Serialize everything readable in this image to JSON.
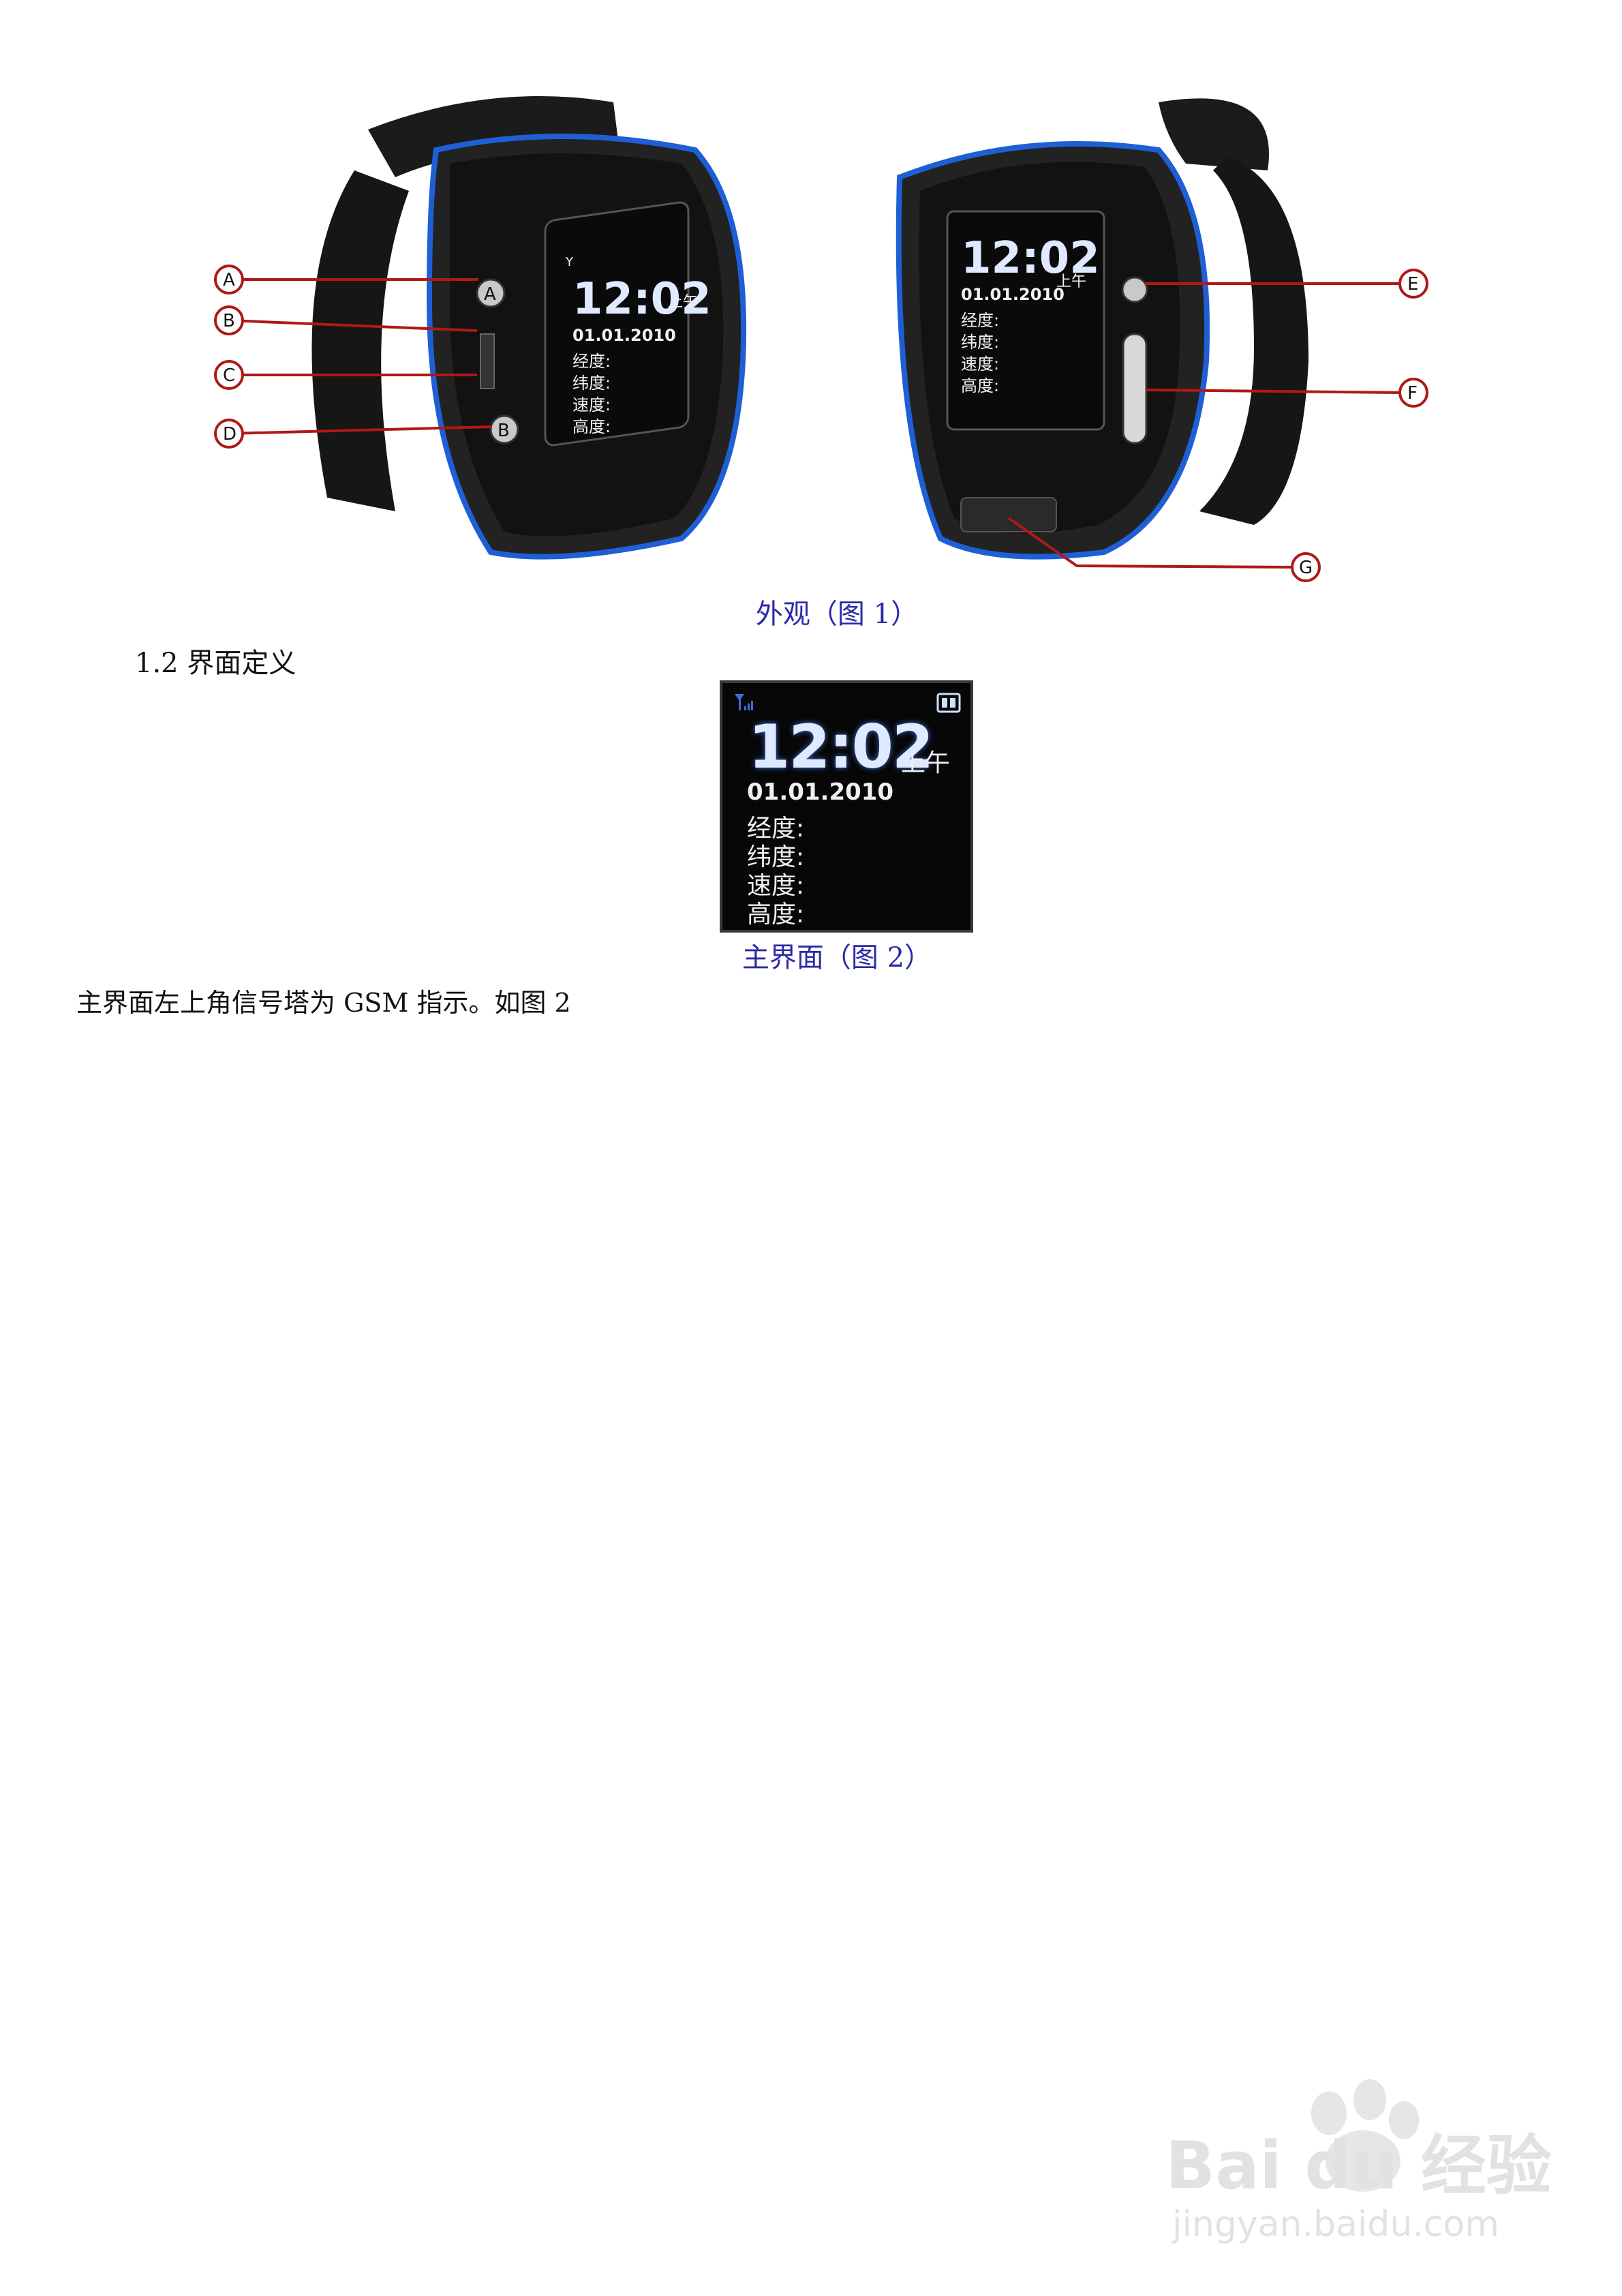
{
  "figures": {
    "watch_left": {
      "callouts": [
        "A",
        "B",
        "C",
        "D"
      ],
      "screen": {
        "time": "12:02",
        "ampm": "上午",
        "date": "01.01.2010",
        "labels": [
          "经度:",
          "纬度:",
          "速度:",
          "高度:"
        ],
        "button_marks": [
          "A",
          "B"
        ]
      }
    },
    "watch_right": {
      "callouts": [
        "E",
        "F",
        "G"
      ],
      "screen": {
        "time": "12:02",
        "ampm": "上午",
        "date": "01.01.2010",
        "labels": [
          "经度:",
          "纬度:",
          "速度:",
          "高度:"
        ]
      }
    },
    "caption_1": "外观（图 1）",
    "main_screen": {
      "time": "12:02",
      "ampm": "上午",
      "date": "01.01.2010",
      "labels": [
        "经度:",
        "纬度:",
        "速度:",
        "高度:"
      ]
    },
    "caption_2": "主界面（图 2）"
  },
  "section_heading": "1.2  界面定义",
  "body_text": "主界面左上角信号塔为 GSM 指示。如图 2",
  "watermark": {
    "brand": "Bai du 经验",
    "url": "jingyan.baidu.com"
  },
  "colors": {
    "caption": "#2a2aa8",
    "callout": "#b01818",
    "screen_glow": "#3b6fd8",
    "watch_accent": "#1f5fd6"
  }
}
